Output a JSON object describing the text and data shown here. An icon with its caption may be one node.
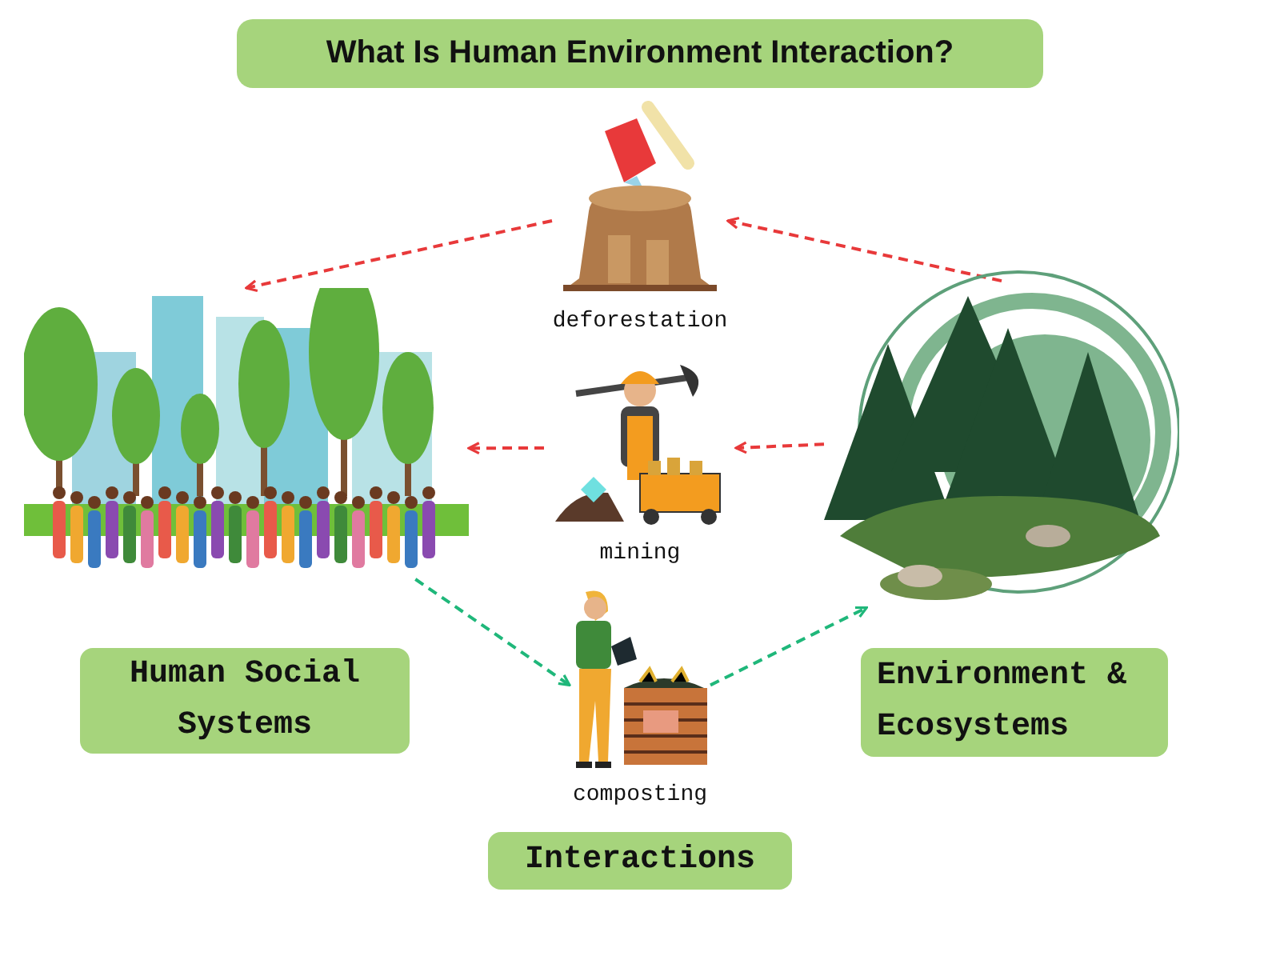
{
  "diagram": {
    "title": "What Is Human Environment Interaction?",
    "nodes": [
      {
        "text": [
          "deforestation"
        ]
      },
      {
        "text": [],
        "shape": "picture"
      },
      {
        "text": [],
        "shape": "picture"
      },
      {
        "text": [
          "mining"
        ]
      },
      {
        "text": [
          "Human Social Systems"
        ]
      },
      {
        "text": [
          "composting"
        ]
      },
      {
        "text": [
          "Environment & Ecosystems"
        ]
      },
      {
        "text": [
          "Interactions"
        ]
      }
    ],
    "edges": [
      {
        "from": 2,
        "to": 0,
        "arrow": "to",
        "style": "dashed"
      },
      {
        "from": 0,
        "to": 1,
        "arrow": "to",
        "style": "dashed"
      },
      {
        "from": 2,
        "to": 3,
        "arrow": "to",
        "style": "dashed"
      },
      {
        "from": 3,
        "to": 1,
        "arrow": "to",
        "style": "dashed"
      },
      {
        "from": 1,
        "to": 5,
        "arrow": "to",
        "style": "dashed",
        "color": "#1fb77a"
      },
      {
        "from": 5,
        "to": 2,
        "arrow": "to",
        "style": "dashed",
        "color": "#1fb77a"
      }
    ]
  }
}
